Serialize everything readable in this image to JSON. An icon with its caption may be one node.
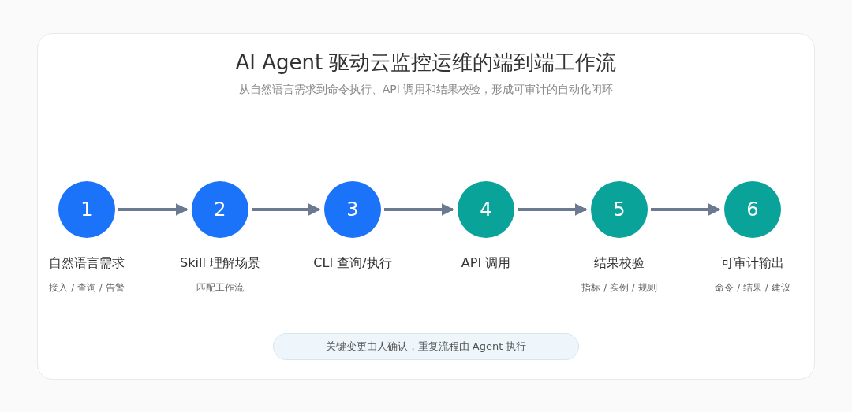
{
  "diagram": {
    "title": "AI Agent 驱动云监控运维的端到端工作流",
    "caption": "从自然语言需求到命令执行、API 调用和结果校验，形成可审计的自动化闭环",
    "nodes": [
      {
        "text": [
          "1"
        ],
        "beside": [
          "自然语言需求",
          "接入 / 查询 / 告警"
        ]
      },
      {
        "text": [
          "2"
        ],
        "beside": [
          "Skill 理解场景",
          "匹配工作流"
        ]
      },
      {
        "text": [
          "3"
        ],
        "beside": [
          "CLI 查询/执行"
        ]
      },
      {
        "text": [
          "4"
        ],
        "beside": [
          "API 调用"
        ]
      },
      {
        "text": [
          "5"
        ],
        "beside": [
          "结果校验",
          "指标 / 实例 / 规则"
        ]
      },
      {
        "text": [
          "6"
        ],
        "beside": [
          "可审计输出",
          "命令 / 结果 / 建议"
        ]
      },
      {
        "text": [
          "关键变更由人确认，重复流程由 Agent 执行"
        ]
      }
    ],
    "edges": [
      {
        "from": 0,
        "to": 1,
        "arrow": "to"
      },
      {
        "from": 1,
        "to": 2,
        "arrow": "to"
      },
      {
        "from": 2,
        "to": 3,
        "arrow": "to"
      },
      {
        "from": 3,
        "to": 4,
        "arrow": "to"
      },
      {
        "from": 4,
        "to": 5,
        "arrow": "to"
      }
    ]
  }
}
